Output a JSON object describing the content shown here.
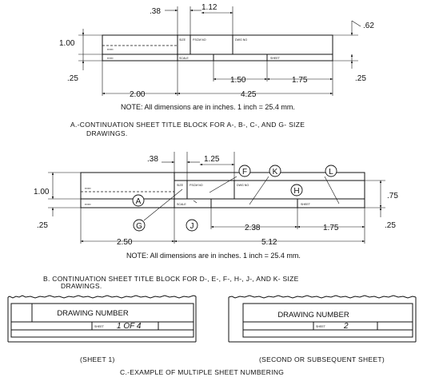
{
  "section_a": {
    "dims": {
      "d_038": ".38",
      "d_112": "1.12",
      "d_062": ".62",
      "d_100": "1.00",
      "d_025_left": ".25",
      "d_200": "2.00",
      "d_425": "4.25",
      "d_150": "1.50",
      "d_175": "1.75",
      "d_025_right": ".25"
    },
    "block_labels": {
      "size": "SIZE",
      "fscm": "FSCM NO",
      "dwg": "DWG NO",
      "scale": "SCALE",
      "sheet": "SHEET"
    },
    "note": "NOTE: All dimensions are in inches. 1 inch = 25.4 mm.",
    "caption_line1": "A.-CONTINUATION SHEET TITLE BLOCK FOR A-, B-, C-, AND G- SIZE",
    "caption_line2": "DRAWINGS."
  },
  "section_b": {
    "dims": {
      "d_038": ".38",
      "d_125": "1.25",
      "d_100": "1.00",
      "d_025_left": ".25",
      "d_075": ".75",
      "d_238": "2.38",
      "d_175": "1.75",
      "d_025_right": ".25",
      "d_250": "2.50",
      "d_512": "5.12"
    },
    "callouts": {
      "a": "A",
      "f": "F",
      "k": "K",
      "l": "L",
      "h": "H",
      "g": "G",
      "j": "J"
    },
    "block_labels": {
      "size": "SIZE",
      "fscm": "FSCM NO",
      "dwg": "DWG NO",
      "scale": "SCALE",
      "sheet": "SHEET"
    },
    "note": "NOTE: All dimensions are in inches. 1 inch = 25.4 mm.",
    "caption_line1": "B. CONTINUATION SHEET TITLE BLOCK FOR D-, E-, F-, H-, J-, AND K- SIZE",
    "caption_line2": "DRAWINGS."
  },
  "section_c": {
    "left": {
      "drawing_number": "DRAWING NUMBER",
      "sheet_label": "SHEET",
      "sheet_value": "1 OF 4",
      "caption": "(SHEET 1)"
    },
    "right": {
      "drawing_number": "DRAWING NUMBER",
      "sheet_label": "SHEET",
      "sheet_value": "2",
      "caption": "(SECOND OR SUBSEQUENT SHEET)"
    },
    "caption": "C.-EXAMPLE OF MULTIPLE SHEET NUMBERING"
  }
}
